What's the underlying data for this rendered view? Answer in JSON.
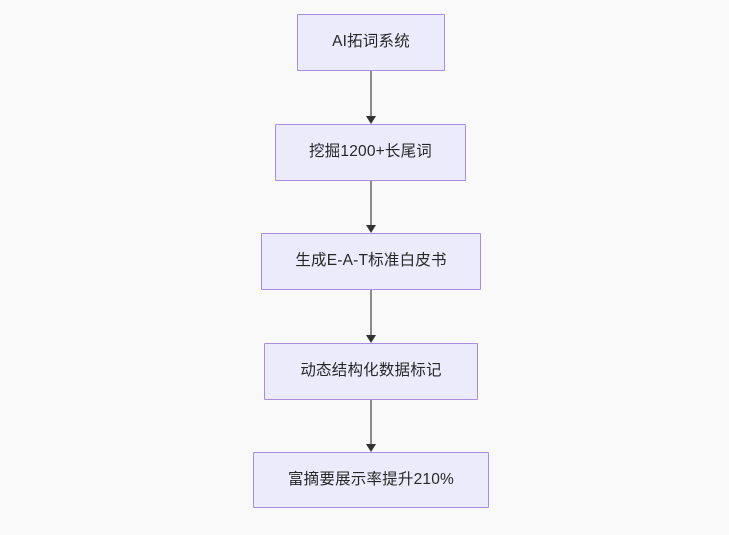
{
  "diagram": {
    "type": "flowchart",
    "direction": "top-to-bottom",
    "background_color": "#f9f9f9",
    "node_fill_color": "#ecebfc",
    "node_border_color": "#a98ee0",
    "node_text_color": "#272727",
    "edge_color": "#8a8a8a",
    "arrowhead_color": "#333333",
    "nodes": [
      {
        "id": "n1",
        "label": "AI拓词系统"
      },
      {
        "id": "n2",
        "label": "挖掘1200+长尾词"
      },
      {
        "id": "n3",
        "label": "生成E-A-T标准白皮书"
      },
      {
        "id": "n4",
        "label": "动态结构化数据标记"
      },
      {
        "id": "n5",
        "label": "富摘要展示率提升210%"
      }
    ],
    "edges": [
      {
        "id": "e1",
        "from": "n1",
        "to": "n2",
        "label": ""
      },
      {
        "id": "e2",
        "from": "n2",
        "to": "n3",
        "label": ""
      },
      {
        "id": "e3",
        "from": "n3",
        "to": "n4",
        "label": ""
      },
      {
        "id": "e4",
        "from": "n4",
        "to": "n5",
        "label": ""
      }
    ]
  }
}
